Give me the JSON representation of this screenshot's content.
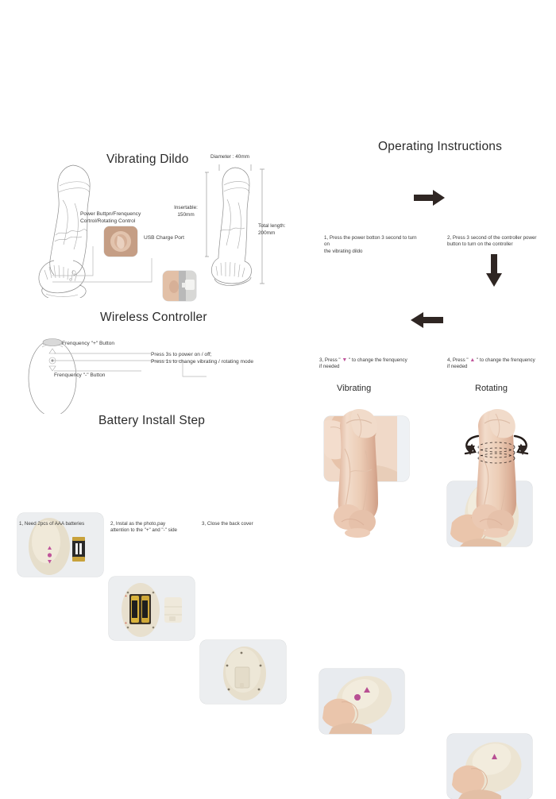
{
  "sections": {
    "product": {
      "title": "Vibrating Dildo",
      "callouts": {
        "power_button_line1": "Power Buttpn/Frenquency",
        "power_button_line2": "Cortrol/Rotating Control",
        "usb_port": "USB Charge Port"
      },
      "dimensions": {
        "diameter": "Diameter :  40mm",
        "insertable_line1": "Insertable:",
        "insertable_line2": "150mm",
        "total_line1": "Total length:",
        "total_line2": "200mm"
      }
    },
    "controller": {
      "title": "Wireless Controller",
      "freq_plus_label": "Frenquency \"+\" Button",
      "freq_minus_label": "Frenquency \"-\" Button",
      "power_note_line1": "Press 3s to power on / off;",
      "power_note_line2": "Press 1s to change vibrating / rotating mode"
    },
    "battery": {
      "title": "Battery Install Step",
      "steps": [
        {
          "line1": "1, Need 2pcs of AAA batteries",
          "line2": ""
        },
        {
          "line1": "2, Instal as the photo,pay",
          "line2": "attention to the \"+\" and \"-\" side"
        },
        {
          "line1": "3, Close the back cover",
          "line2": ""
        }
      ]
    },
    "operating": {
      "title": "Operating Instructions",
      "steps": [
        {
          "line1": "1, Press the power botton 3 second to turn on",
          "line2": "the vibrating dildo",
          "glyph": ""
        },
        {
          "line1": "2, Press 3 second of the controller power",
          "line2": "button to turn on the controller",
          "glyph": ""
        },
        {
          "pre": "3, Press \" ",
          "glyph": "▼",
          "post": " \" to change the frenquency",
          "line2": "if needed"
        },
        {
          "pre": "4, Press \" ",
          "glyph": "▲",
          "post": " \" to change the frenquency",
          "line2": "if needed"
        }
      ]
    },
    "modes": {
      "vibrating_label": "Vibrating",
      "rotating_label": "Rotating"
    }
  },
  "colors": {
    "accent_pink": "#c0559b",
    "arrow_dark": "#2f2623",
    "line_grey": "#8c8c8c",
    "skin": "#e8c4ab",
    "cream": "#e8e1cf",
    "photo_bg": "#e9ecef"
  }
}
